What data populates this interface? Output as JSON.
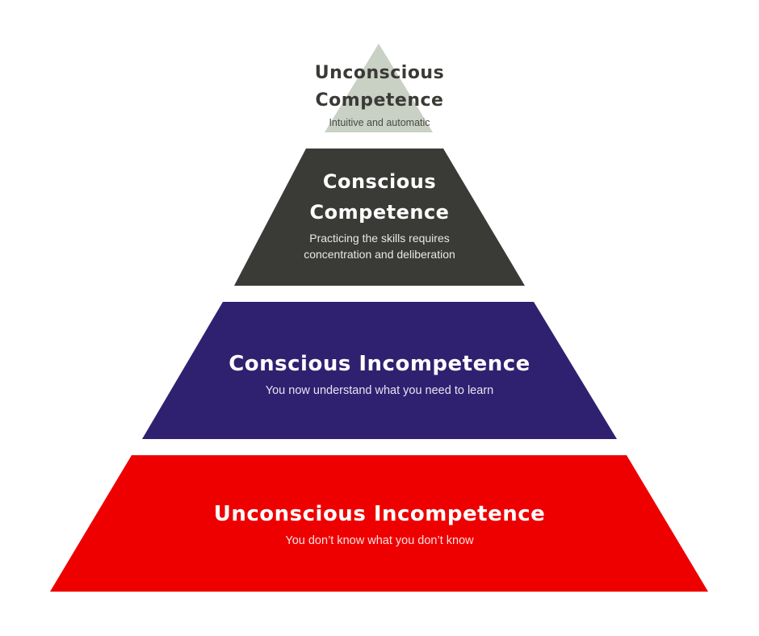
{
  "tiers": [
    {
      "title_lines": [
        "Unconscious",
        "Competence"
      ],
      "description_lines": [
        "Intuitive and automatic"
      ],
      "color": "#c9d0c4"
    },
    {
      "title_lines": [
        "Conscious",
        "Competence"
      ],
      "description_lines": [
        "Practicing the skills requires",
        "concentration and deliberation"
      ],
      "color": "#3a3a36"
    },
    {
      "title_lines": [
        "Conscious Incompetence"
      ],
      "description_lines": [
        "You now understand what you need to learn"
      ],
      "color": "#2f2170"
    },
    {
      "title_lines": [
        "Unconscious Incompetence"
      ],
      "description_lines": [
        "You don’t know what you don’t know"
      ],
      "color": "#ee0000"
    }
  ]
}
